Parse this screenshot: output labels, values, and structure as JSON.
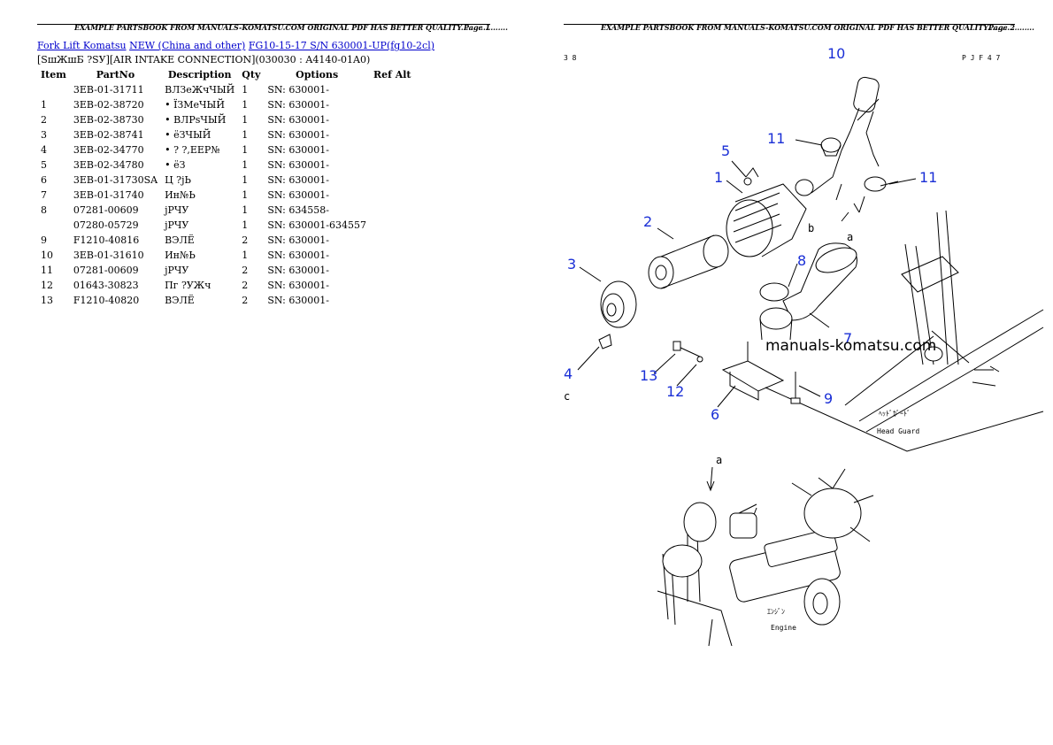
{
  "header": {
    "left_text": "EXAMPLE PARTSBOOK FROM MANUALS-KOMATSU.COM ORIGINAL PDF HAS BETTER QUALITY...................",
    "page1_label": "Page 1",
    "page2_label": "Page 2"
  },
  "breadcrumb": {
    "link1": "Fork Lift Komatsu",
    "link2": "NEW (China and other)",
    "link3": "FG10-15-17 S/N 630001-UP(fg10-2cl)"
  },
  "subtitle": "[SшЖшБ ?SУ][AIR INTAKE CONNECTION](030030 : A4140-01A0)",
  "table": {
    "columns": [
      "Item",
      "PartNo",
      "Description",
      "Qty",
      "Options",
      "Ref Alt"
    ],
    "rows": [
      {
        "item": "",
        "partno": "3EB-01-31711",
        "desc": "ВЛЗеЖчЧЫЙ",
        "qty": "1",
        "options": "SN: 630001-",
        "ref": ""
      },
      {
        "item": "1",
        "partno": "3EB-02-38720",
        "desc": "• ЇЗМеЧЫЙ",
        "qty": "1",
        "options": "SN: 630001-",
        "ref": ""
      },
      {
        "item": "2",
        "partno": "3EB-02-38730",
        "desc": "• ВЛРsЧЫЙ",
        "qty": "1",
        "options": "SN: 630001-",
        "ref": ""
      },
      {
        "item": "3",
        "partno": "3EB-02-38741",
        "desc": "• ёЗЧЫЙ",
        "qty": "1",
        "options": "SN: 630001-",
        "ref": ""
      },
      {
        "item": "4",
        "partno": "3EB-02-34770",
        "desc": "• ? ?,ЕЕР№",
        "qty": "1",
        "options": "SN: 630001-",
        "ref": ""
      },
      {
        "item": "5",
        "partno": "3EB-02-34780",
        "desc": "• ёЗ",
        "qty": "1",
        "options": "SN: 630001-",
        "ref": ""
      },
      {
        "item": "6",
        "partno": "3EB-01-31730SA",
        "desc": "Ц ?jЬ",
        "qty": "1",
        "options": "SN: 630001-",
        "ref": ""
      },
      {
        "item": "7",
        "partno": "3EB-01-31740",
        "desc": "Ин№Ь",
        "qty": "1",
        "options": "SN: 630001-",
        "ref": ""
      },
      {
        "item": "8",
        "partno": "07281-00609",
        "desc": "jРЧУ",
        "qty": "1",
        "options": "SN: 634558-",
        "ref": ""
      },
      {
        "item": "",
        "partno": "07280-05729",
        "desc": "jРЧУ",
        "qty": "1",
        "options": "SN: 630001-634557",
        "ref": ""
      },
      {
        "item": "9",
        "partno": "F1210-40816",
        "desc": "ВЭЛЁ",
        "qty": "2",
        "options": "SN: 630001-",
        "ref": ""
      },
      {
        "item": "10",
        "partno": "3EB-01-31610",
        "desc": "Ин№Ь",
        "qty": "1",
        "options": "SN: 630001-",
        "ref": ""
      },
      {
        "item": "11",
        "partno": "07281-00609",
        "desc": "jРЧУ",
        "qty": "2",
        "options": "SN: 630001-",
        "ref": ""
      },
      {
        "item": "12",
        "partno": "01643-30823",
        "desc": "Пг ?УЖч",
        "qty": "2",
        "options": "SN: 630001-",
        "ref": ""
      },
      {
        "item": "13",
        "partno": "F1210-40820",
        "desc": "ВЭЛЁ",
        "qty": "2",
        "options": "SN: 630001-",
        "ref": ""
      }
    ]
  },
  "diagram": {
    "corner_left": "3 8",
    "corner_right": "P J F 4 7",
    "watermark": "manuals-komatsu.com",
    "callouts": [
      "10",
      "11",
      "11",
      "5",
      "1",
      "2",
      "3",
      "8",
      "7",
      "4",
      "13",
      "12",
      "9",
      "6"
    ],
    "letters": {
      "b": "b",
      "a": "a",
      "a2": "a",
      "c": "c"
    },
    "head_guard_jp": "ﾍｯﾄﾞｶﾞｰﾄﾞ",
    "head_guard": "Head Guard",
    "engine_jp": "ｴﾝｼﾞﾝ",
    "engine": "Engine"
  }
}
